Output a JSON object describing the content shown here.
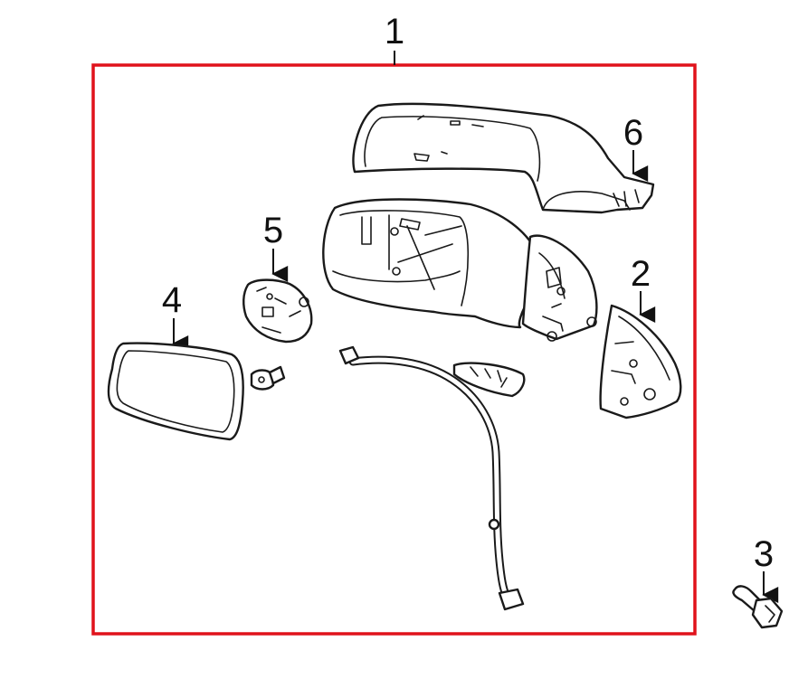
{
  "colors": {
    "frame": "#e0121b",
    "ink": "#1a1a1a",
    "background": "#ffffff"
  },
  "callouts": {
    "assembly": "1",
    "housing_cover_back": "2",
    "bolt": "3",
    "mirror_glass": "4",
    "actuator": "5",
    "scalp_cover": "6"
  }
}
